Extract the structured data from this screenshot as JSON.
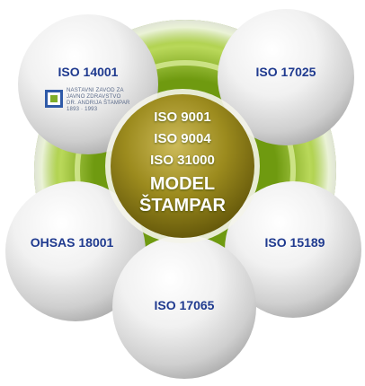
{
  "center": {
    "lines": [
      "ISO 9001",
      "ISO 9004",
      "ISO 31000"
    ],
    "model_line1": "MODEL",
    "model_line2": "ŠTAMPAR"
  },
  "spheres": [
    {
      "id": "top-left",
      "label": "ISO 14001"
    },
    {
      "id": "top-right",
      "label": "ISO 17025"
    },
    {
      "id": "mid-left",
      "label": "OHSAS 18001"
    },
    {
      "id": "mid-right",
      "label": "ISO 15189"
    },
    {
      "id": "bottom",
      "label": "ISO 17065"
    }
  ],
  "logo": {
    "line1": "NASTAVNI ZAVOD ZA",
    "line2": "JAVNO ZDRAVSTVO",
    "line3": "DR. ANDRIJA ŠTAMPAR",
    "line4": "1893 · 1993"
  },
  "colors": {
    "label_text": "#1f3a8f",
    "ring_green": "#8fb42a",
    "center_gold": "#8a7a12",
    "sphere_light": "#f7f7f7",
    "sphere_shadow": "#b8b8b8"
  }
}
